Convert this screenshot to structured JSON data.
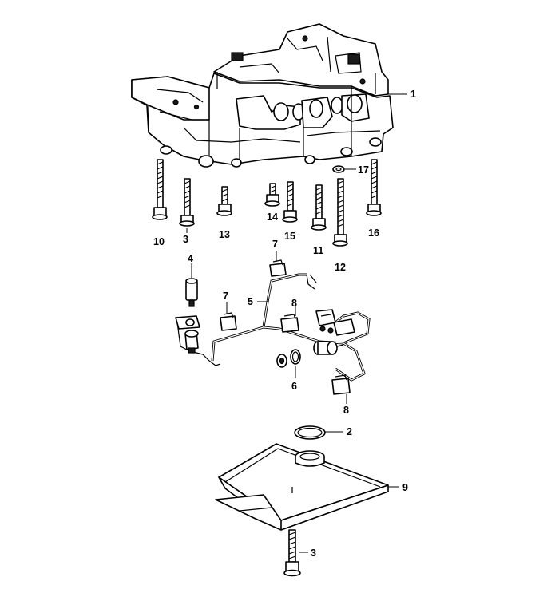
{
  "diagram": {
    "callouts": {
      "c1": "1",
      "c2": "2",
      "c3a": "3",
      "c3b": "3",
      "c4": "4",
      "c5": "5",
      "c6": "6",
      "c7a": "7",
      "c7b": "7",
      "c8a": "8",
      "c8b": "8",
      "c9": "9",
      "c10": "10",
      "c11": "11",
      "c12": "12",
      "c13": "13",
      "c14": "14",
      "c15": "15",
      "c16": "16",
      "c17": "17"
    }
  }
}
